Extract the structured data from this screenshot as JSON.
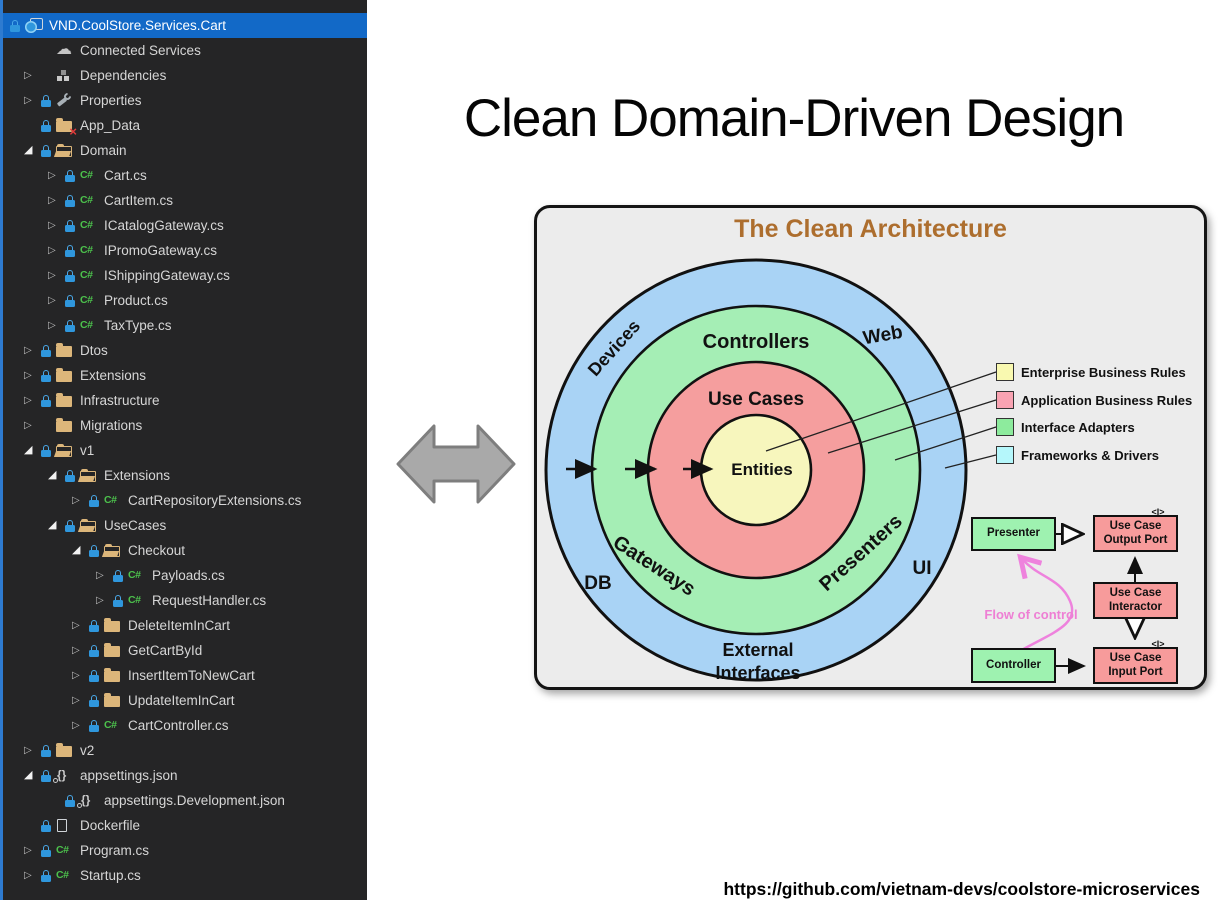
{
  "page": {
    "title": "Clean Domain-Driven Design",
    "url": "https://github.com/vietnam-devs/coolstore-microservices"
  },
  "explorer": {
    "items": [
      {
        "label": "VND.CoolStore.Services.Cart",
        "level": 0,
        "icon": "project",
        "lock": true,
        "twisty": "none",
        "selected": true
      },
      {
        "label": "Connected Services",
        "level": 1,
        "icon": "cloud",
        "lock": false,
        "twisty": "none"
      },
      {
        "label": "Dependencies",
        "level": 1,
        "icon": "deps",
        "lock": false,
        "twisty": "collapsed"
      },
      {
        "label": "Properties",
        "level": 1,
        "icon": "wrench",
        "lock": true,
        "twisty": "collapsed"
      },
      {
        "label": "App_Data",
        "level": 1,
        "icon": "folder-x",
        "lock": true,
        "twisty": "none"
      },
      {
        "label": "Domain",
        "level": 1,
        "icon": "folder-open",
        "lock": true,
        "twisty": "expanded"
      },
      {
        "label": "Cart.cs",
        "level": 2,
        "icon": "cs",
        "lock": true,
        "twisty": "collapsed"
      },
      {
        "label": "CartItem.cs",
        "level": 2,
        "icon": "cs",
        "lock": true,
        "twisty": "collapsed"
      },
      {
        "label": "ICatalogGateway.cs",
        "level": 2,
        "icon": "cs",
        "lock": true,
        "twisty": "collapsed"
      },
      {
        "label": "IPromoGateway.cs",
        "level": 2,
        "icon": "cs",
        "lock": true,
        "twisty": "collapsed"
      },
      {
        "label": "IShippingGateway.cs",
        "level": 2,
        "icon": "cs",
        "lock": true,
        "twisty": "collapsed"
      },
      {
        "label": "Product.cs",
        "level": 2,
        "icon": "cs",
        "lock": true,
        "twisty": "collapsed"
      },
      {
        "label": "TaxType.cs",
        "level": 2,
        "icon": "cs",
        "lock": true,
        "twisty": "collapsed"
      },
      {
        "label": "Dtos",
        "level": 1,
        "icon": "folder",
        "lock": true,
        "twisty": "collapsed"
      },
      {
        "label": "Extensions",
        "level": 1,
        "icon": "folder",
        "lock": true,
        "twisty": "collapsed"
      },
      {
        "label": "Infrastructure",
        "level": 1,
        "icon": "folder",
        "lock": true,
        "twisty": "collapsed"
      },
      {
        "label": "Migrations",
        "level": 1,
        "icon": "folder",
        "lock": false,
        "twisty": "collapsed"
      },
      {
        "label": "v1",
        "level": 1,
        "icon": "folder-open",
        "lock": true,
        "twisty": "expanded"
      },
      {
        "label": "Extensions",
        "level": 2,
        "icon": "folder-open",
        "lock": true,
        "twisty": "expanded"
      },
      {
        "label": "CartRepositoryExtensions.cs",
        "level": 3,
        "icon": "cs",
        "lock": true,
        "twisty": "collapsed"
      },
      {
        "label": "UseCases",
        "level": 2,
        "icon": "folder-open",
        "lock": true,
        "twisty": "expanded"
      },
      {
        "label": "Checkout",
        "level": 3,
        "icon": "folder-open",
        "lock": true,
        "twisty": "expanded"
      },
      {
        "label": "Payloads.cs",
        "level": 4,
        "icon": "cs",
        "lock": true,
        "twisty": "collapsed"
      },
      {
        "label": "RequestHandler.cs",
        "level": 4,
        "icon": "cs",
        "lock": true,
        "twisty": "collapsed"
      },
      {
        "label": "DeleteItemInCart",
        "level": 3,
        "icon": "folder",
        "lock": true,
        "twisty": "collapsed"
      },
      {
        "label": "GetCartById",
        "level": 3,
        "icon": "folder",
        "lock": true,
        "twisty": "collapsed"
      },
      {
        "label": "InsertItemToNewCart",
        "level": 3,
        "icon": "folder",
        "lock": true,
        "twisty": "collapsed"
      },
      {
        "label": "UpdateItemInCart",
        "level": 3,
        "icon": "folder",
        "lock": true,
        "twisty": "collapsed"
      },
      {
        "label": "CartController.cs",
        "level": 3,
        "icon": "cs",
        "lock": true,
        "twisty": "collapsed"
      },
      {
        "label": "v2",
        "level": 1,
        "icon": "folder",
        "lock": true,
        "twisty": "collapsed"
      },
      {
        "label": "appsettings.json",
        "level": 1,
        "icon": "json",
        "lock": true,
        "twisty": "expanded"
      },
      {
        "label": "appsettings.Development.json",
        "level": 2,
        "icon": "json",
        "lock": true,
        "twisty": "none"
      },
      {
        "label": "Dockerfile",
        "level": 1,
        "icon": "file",
        "lock": true,
        "twisty": "none"
      },
      {
        "label": "Program.cs",
        "level": 1,
        "icon": "cs",
        "lock": true,
        "twisty": "collapsed"
      },
      {
        "label": "Startup.cs",
        "level": 1,
        "icon": "cs",
        "lock": true,
        "twisty": "collapsed"
      }
    ]
  },
  "diagram": {
    "title": "The Clean Architecture",
    "labels": {
      "controllers": "Controllers",
      "use_cases": "Use Cases",
      "entities": "Entities",
      "web": "Web",
      "devices": "Devices",
      "gateways": "Gateways",
      "presenters": "Presenters",
      "db": "DB",
      "ui": "UI",
      "external_line1": "External",
      "external_line2": "Interfaces"
    },
    "legend": [
      {
        "label": "Enterprise Business Rules",
        "color": "#f9f9b0"
      },
      {
        "label": "Application Business Rules",
        "color": "#f9a3b2"
      },
      {
        "label": "Interface Adapters",
        "color": "#8deb9d"
      },
      {
        "label": "Frameworks & Drivers",
        "color": "#b5f7fb"
      }
    ],
    "flow": {
      "label": "Flow of control",
      "interface_glyph": "<I>",
      "boxes": [
        {
          "id": "presenter",
          "lines": [
            "Presenter"
          ],
          "color": "#9ef2b0"
        },
        {
          "id": "use-case-output-port",
          "lines": [
            "Use Case",
            "Output Port"
          ],
          "color": "#f79b9b"
        },
        {
          "id": "use-case-interactor",
          "lines": [
            "Use Case",
            "Interactor"
          ],
          "color": "#f79b9b"
        },
        {
          "id": "controller",
          "lines": [
            "Controller"
          ],
          "color": "#9ef2b0"
        },
        {
          "id": "use-case-input-port",
          "lines": [
            "Use Case",
            "Input Port"
          ],
          "color": "#f79b9b"
        }
      ]
    },
    "colors": {
      "frameworks_ring": "#a9d3f5",
      "adapters_ring": "#a5eeb5",
      "application_ring": "#f59e9e",
      "enterprise_ring": "#f7f6bd"
    }
  },
  "colors": {
    "selection_blue": "#1269c7",
    "panel_bg": "#252526",
    "folder_tan": "#dcb67a",
    "csharp_green": "#4cc14c",
    "lock_blue": "#2f97dd",
    "title_brown": "#ad6e2e",
    "magenta": "#ee82dd",
    "sync_arrow_gray": "#a9a9a9"
  }
}
